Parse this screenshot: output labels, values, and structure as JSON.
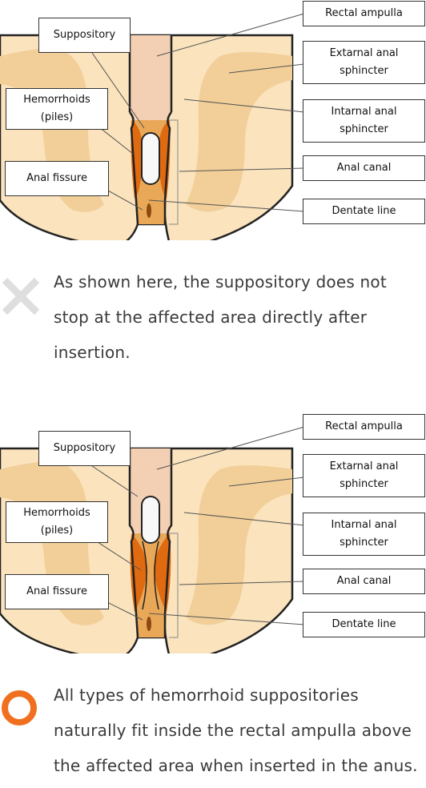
{
  "diagrams": [
    {
      "labels": {
        "suppository": "Suppository",
        "hemorrhoids": "Hemorrhoids\n(piles)",
        "anal_fissure": "Anal fissure",
        "rectal_ampulla": "Rectal ampulla",
        "external_sphincter": "Extarnal anal\nsphincter",
        "internal_sphincter": "Intarnal anal\nsphincter",
        "anal_canal": "Anal canal",
        "dentate_line": "Dentate line"
      }
    },
    {
      "labels": {
        "suppository": "Suppository",
        "hemorrhoids": "Hemorrhoids\n(piles)",
        "anal_fissure": "Anal fissure",
        "rectal_ampulla": "Rectal ampulla",
        "external_sphincter": "Extarnal anal\nsphincter",
        "internal_sphincter": "Intarnal anal\nsphincter",
        "anal_canal": "Anal canal",
        "dentate_line": "Dentate line"
      }
    }
  ],
  "captions": {
    "incorrect": {
      "icon": "cross-icon",
      "color": "#dedede",
      "text": "As shown here, the suppository does not stop at the affected area directly after insertion."
    },
    "correct": {
      "icon": "circle-icon",
      "color": "#f07020",
      "text": "All types of hemorrhoid suppositories naturally fit inside the rectal ampulla above the affected area when inserted in the anus."
    }
  },
  "colors": {
    "tissue_light": "#fae3bd",
    "tissue_band": "#f2cf98",
    "rectum": "#f3cfb4",
    "canal": "#e9a858",
    "hemorrhoid": "#e06a10",
    "suppository_fill": "#f8f8f8",
    "outline": "#222222"
  }
}
